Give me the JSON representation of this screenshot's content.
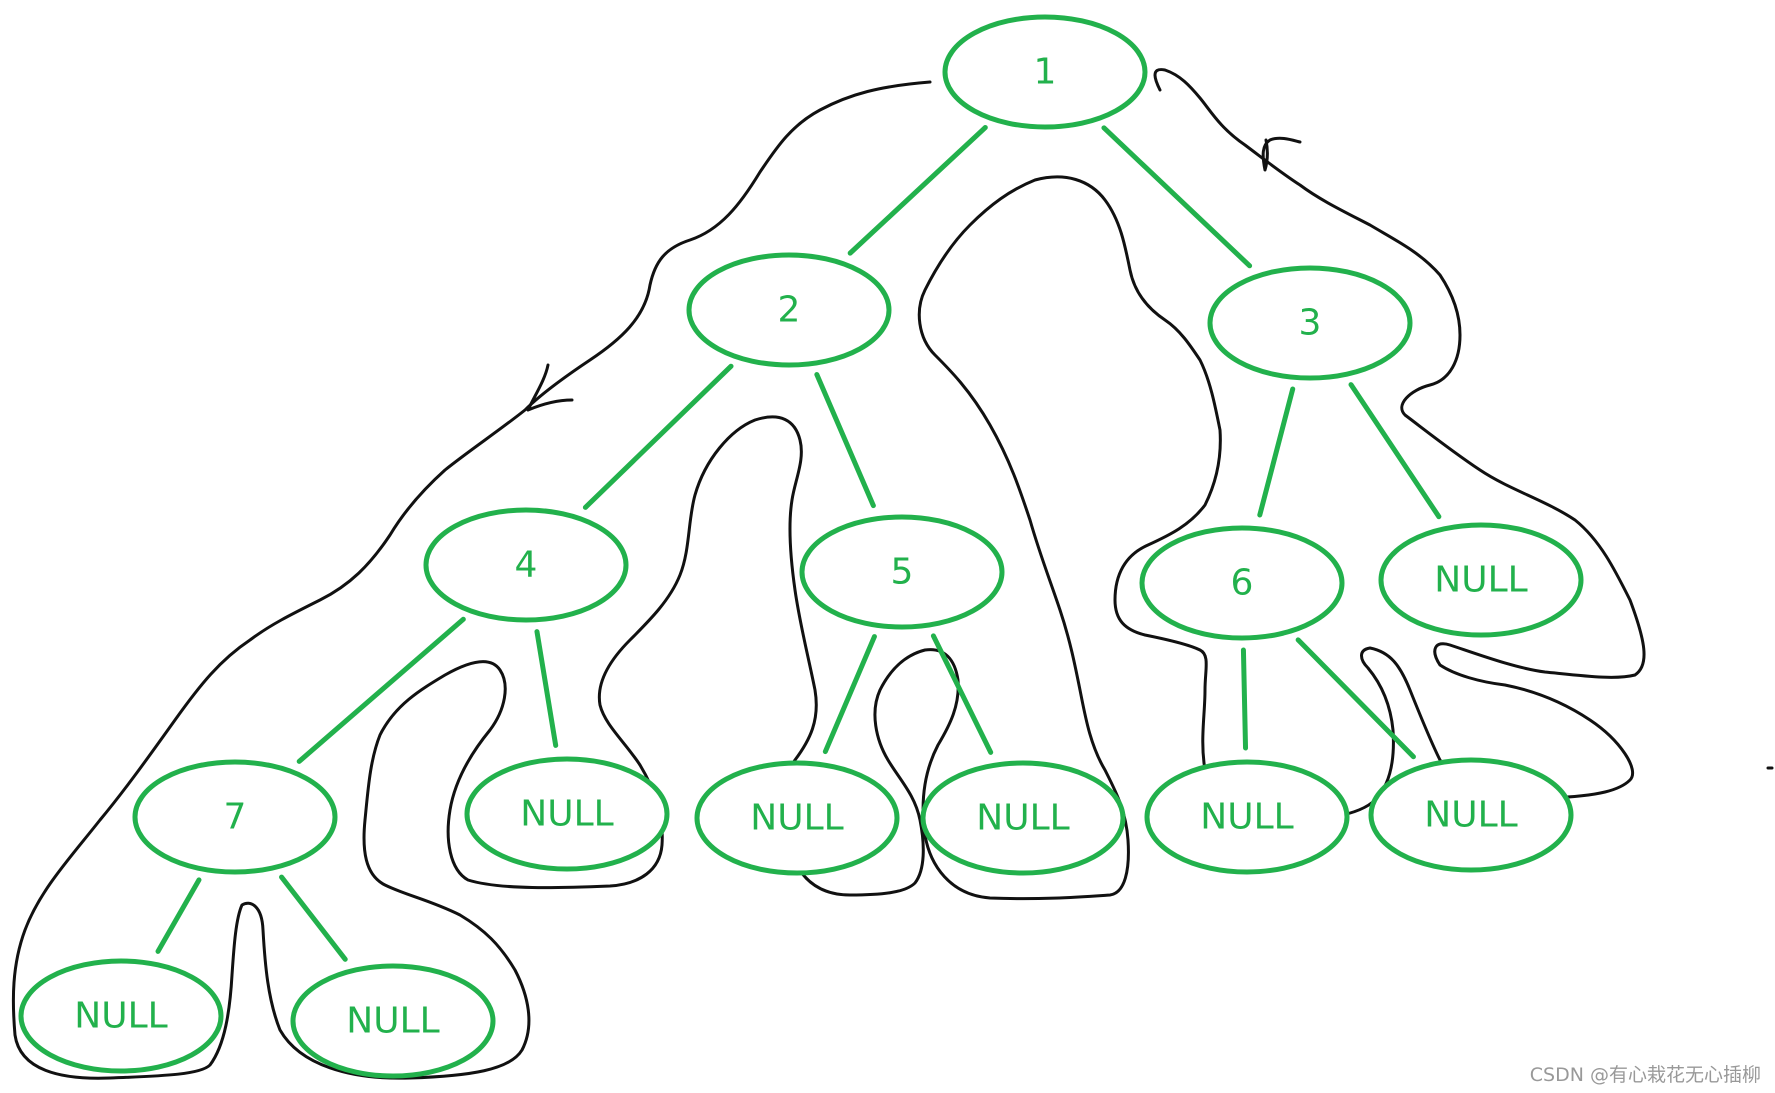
{
  "colors": {
    "node_stroke": "#22b14c",
    "node_text": "#22b14c",
    "edge": "#22b14c",
    "traversal_path": "#111111",
    "background": "#ffffff"
  },
  "tree": {
    "nodes": [
      {
        "id": "n1",
        "label": "1"
      },
      {
        "id": "n2",
        "label": "2"
      },
      {
        "id": "n3",
        "label": "3"
      },
      {
        "id": "n4",
        "label": "4"
      },
      {
        "id": "n5",
        "label": "5"
      },
      {
        "id": "n6",
        "label": "6"
      },
      {
        "id": "n7",
        "label": "7"
      },
      {
        "id": "n4r",
        "label": "NULL"
      },
      {
        "id": "n3r",
        "label": "NULL"
      },
      {
        "id": "n5l",
        "label": "NULL"
      },
      {
        "id": "n5r",
        "label": "NULL"
      },
      {
        "id": "n6l",
        "label": "NULL"
      },
      {
        "id": "n6r",
        "label": "NULL"
      },
      {
        "id": "n7l",
        "label": "NULL"
      },
      {
        "id": "n7r",
        "label": "NULL"
      }
    ],
    "edges": [
      {
        "from": "n1",
        "to": "n2"
      },
      {
        "from": "n1",
        "to": "n3"
      },
      {
        "from": "n2",
        "to": "n4"
      },
      {
        "from": "n2",
        "to": "n5"
      },
      {
        "from": "n3",
        "to": "n6"
      },
      {
        "from": "n3",
        "to": "n3r"
      },
      {
        "from": "n4",
        "to": "n7"
      },
      {
        "from": "n4",
        "to": "n4r"
      },
      {
        "from": "n5",
        "to": "n5l"
      },
      {
        "from": "n5",
        "to": "n5r"
      },
      {
        "from": "n6",
        "to": "n6l"
      },
      {
        "from": "n6",
        "to": "n6r"
      },
      {
        "from": "n7",
        "to": "n7l"
      },
      {
        "from": "n7",
        "to": "n7r"
      }
    ]
  },
  "watermark": "CSDN @有心栽花无心插柳"
}
